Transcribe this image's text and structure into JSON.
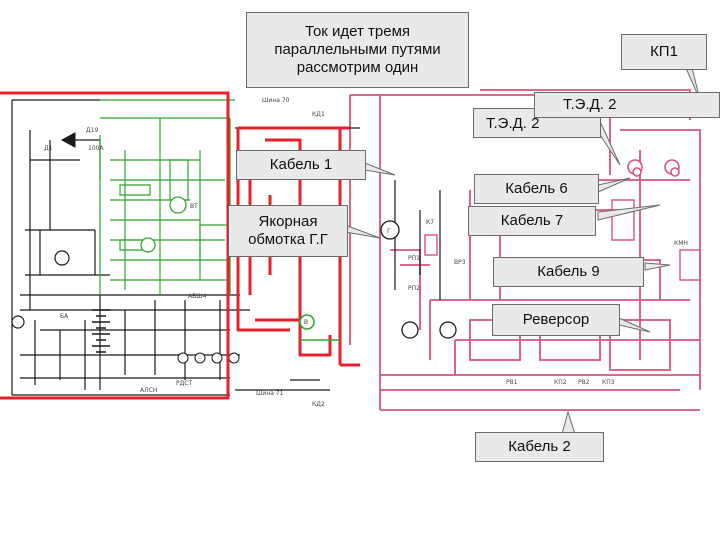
{
  "callouts": {
    "main_note": "Ток идет тремя параллельными путями рассмотрим один",
    "kp1": "КП1",
    "ted2_front": "Т.Э.Д. 2",
    "ted2_back": "Т.Э.Д. 2",
    "cable1": "Кабель 1",
    "armature": "Якорная обмотка Г.Г",
    "cable6": "Кабель 6",
    "cable7": "Кабель 7",
    "cable9": "Кабель 9",
    "reversor": "Реверсор",
    "cable2": "Кабель 2"
  },
  "schematic_labels": {
    "bus_top": "Шина 70",
    "bus_bottom": "Шина 71",
    "kd1": "КД1",
    "kd2": "КД2",
    "g_label": "Г",
    "v_label": "В",
    "pp1": "РП1",
    "pp2": "РП2",
    "k7": "К7",
    "vr3": "ВР3",
    "kmn": "КМН",
    "bt": "ВТ",
    "d1": "Д1",
    "d19": "Д19",
    "v100a": "100А",
    "avsh": "АВШ4",
    "ba": "БА",
    "als": "АЛСН",
    "rdst": "РДСТ",
    "kp3": "КП3",
    "kp2": "КП2",
    "rp1": "РВ1",
    "rv2": "РВ2"
  },
  "colors": {
    "red_path": "#e8202a",
    "green_circuit": "#2fa52f",
    "pink_circuit": "#d9537a",
    "black_circuit": "#1a1a1a",
    "callout_fill": "#e9e9e9",
    "callout_border": "#6b6b6b"
  }
}
